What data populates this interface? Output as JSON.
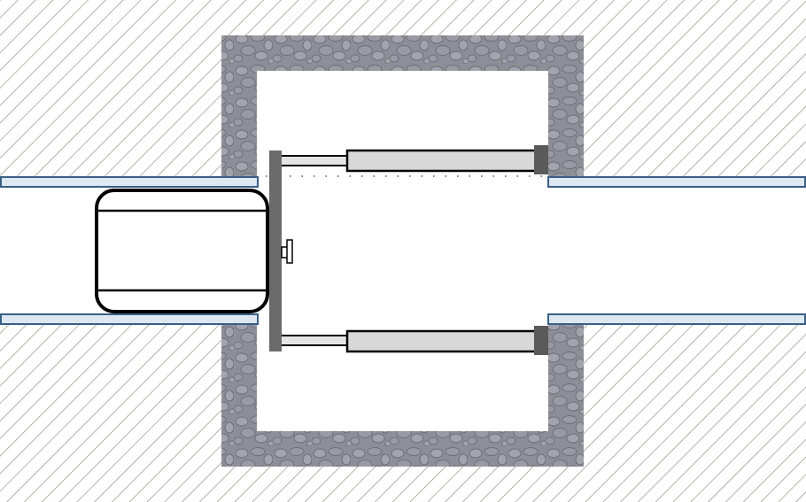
{
  "diagram": {
    "kind": "top-view-schematic",
    "components": [
      {
        "id": "hatched-ground",
        "shape": "diagonal-hatch",
        "color": "#8c8c7a"
      },
      {
        "id": "stone-pit-wall",
        "shape": "cobblestone-frame",
        "color": "#8e8e98"
      },
      {
        "id": "rail-track",
        "shape": "parallel-rails",
        "color": "#3a5f86"
      },
      {
        "id": "vehicle",
        "shape": "rounded-box",
        "color": "#000000"
      },
      {
        "id": "pusher-plate",
        "shape": "vertical-bar",
        "color": "#6b6b6b"
      },
      {
        "id": "hydraulic-cylinders",
        "shape": "piston-pair",
        "color": "#d8d8d8"
      },
      {
        "id": "cylinder-mounts",
        "shape": "block-pair",
        "color": "#5a5a5a"
      }
    ],
    "labels": []
  }
}
